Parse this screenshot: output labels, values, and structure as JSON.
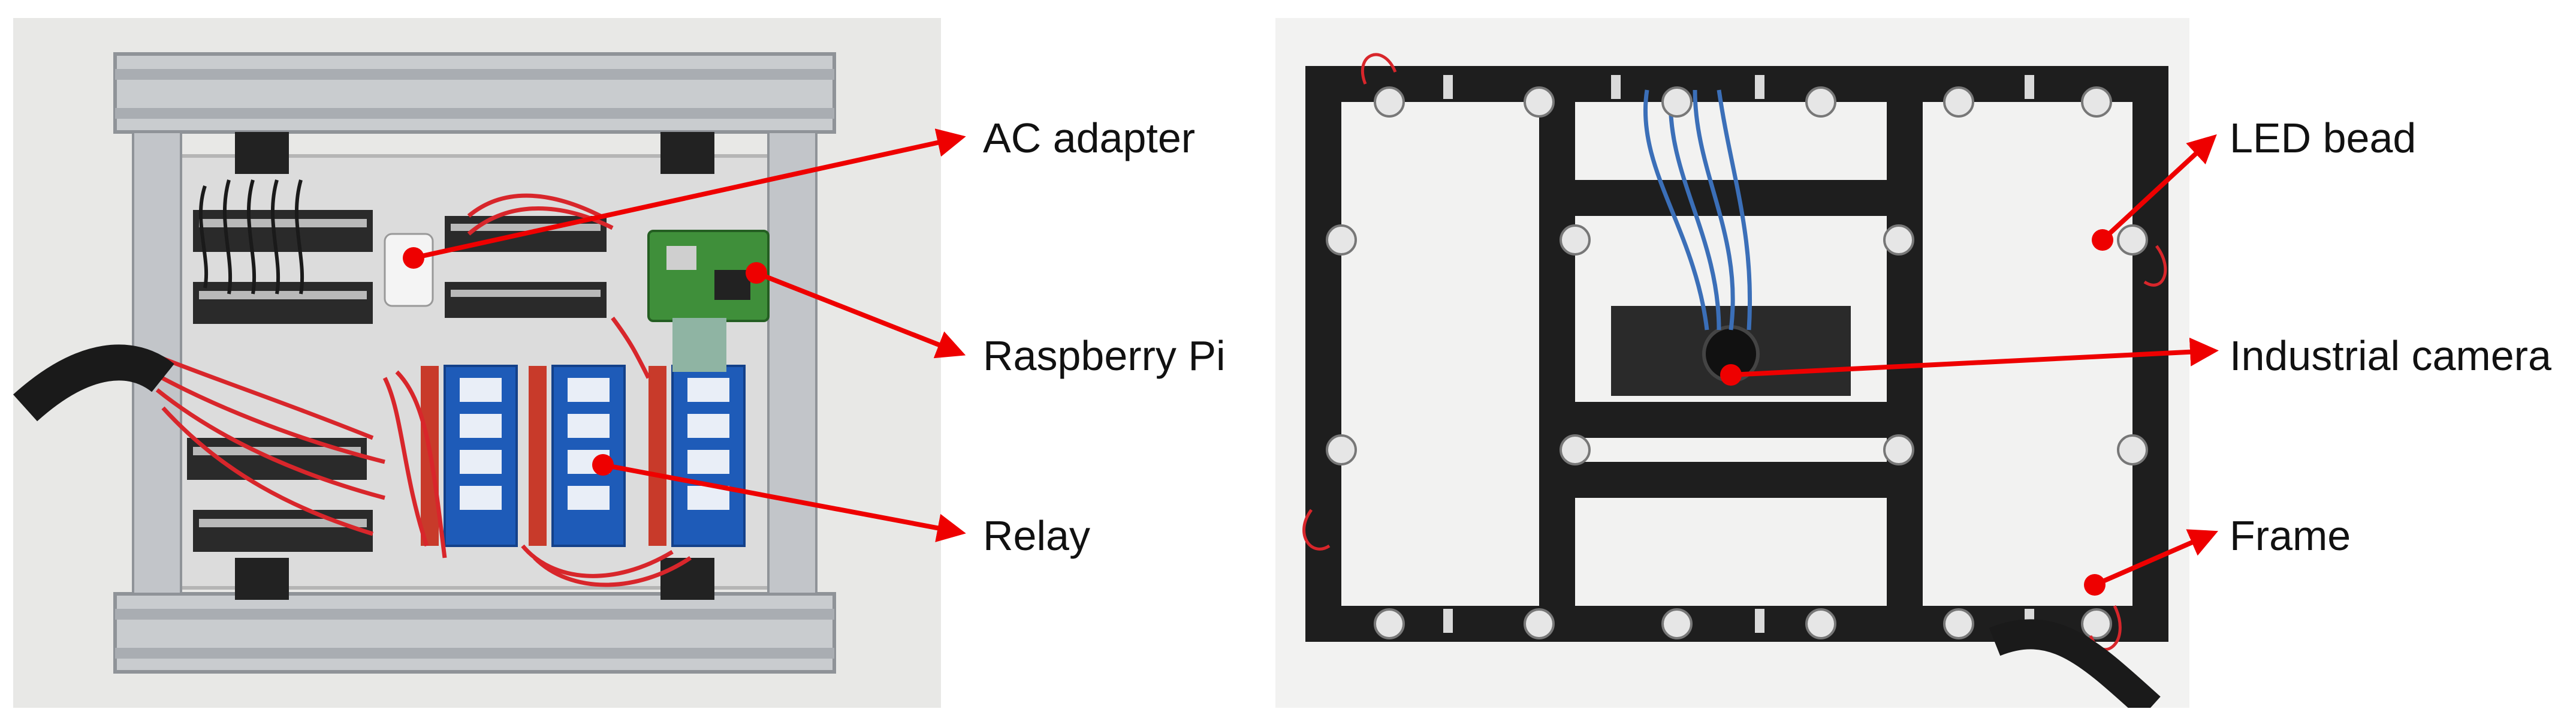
{
  "left_figure": {
    "labels": {
      "ac_adapter": "AC adapter",
      "raspberry_pi": "Raspberry Pi",
      "relay": "Relay"
    }
  },
  "right_figure": {
    "labels": {
      "led_bead": "LED bead",
      "industrial_camera": "Industrial camera",
      "frame": "Frame"
    }
  },
  "colors": {
    "arrow": "#ee0000",
    "wire_red": "#d8262b",
    "aluminum": "#c9cccf",
    "frame_black": "#1e1e1e"
  }
}
